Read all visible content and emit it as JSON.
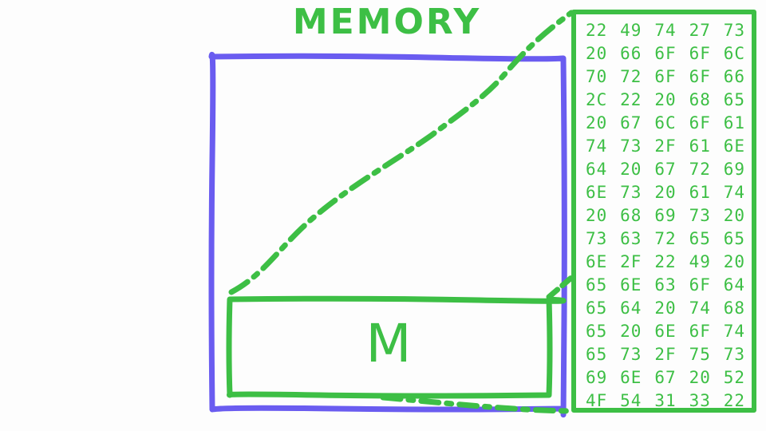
{
  "title": "MEMORY",
  "segment_label": "M",
  "hex_rows": [
    [
      "22",
      "49",
      "74",
      "27",
      "73"
    ],
    [
      "20",
      "66",
      "6F",
      "6F",
      "6C"
    ],
    [
      "70",
      "72",
      "6F",
      "6F",
      "66"
    ],
    [
      "2C",
      "22",
      "20",
      "68",
      "65"
    ],
    [
      "20",
      "67",
      "6C",
      "6F",
      "61"
    ],
    [
      "74",
      "73",
      "2F",
      "61",
      "6E"
    ],
    [
      "64",
      "20",
      "67",
      "72",
      "69"
    ],
    [
      "6E",
      "73",
      "20",
      "61",
      "74"
    ],
    [
      "20",
      "68",
      "69",
      "73",
      "20"
    ],
    [
      "73",
      "63",
      "72",
      "65",
      "65"
    ],
    [
      "6E",
      "2F",
      "22",
      "49",
      "20"
    ],
    [
      "65",
      "6E",
      "63",
      "6F",
      "64"
    ],
    [
      "65",
      "64",
      "20",
      "74",
      "68"
    ],
    [
      "65",
      "20",
      "6E",
      "6F",
      "74"
    ],
    [
      "65",
      "73",
      "2F",
      "75",
      "73"
    ],
    [
      "69",
      "6E",
      "67",
      "20",
      "52"
    ],
    [
      "4F",
      "54",
      "31",
      "33",
      "22"
    ]
  ],
  "colors": {
    "memory_outline": "#6a5cf0",
    "accent_green": "#3dbf45",
    "background": "#fdfdfd"
  }
}
